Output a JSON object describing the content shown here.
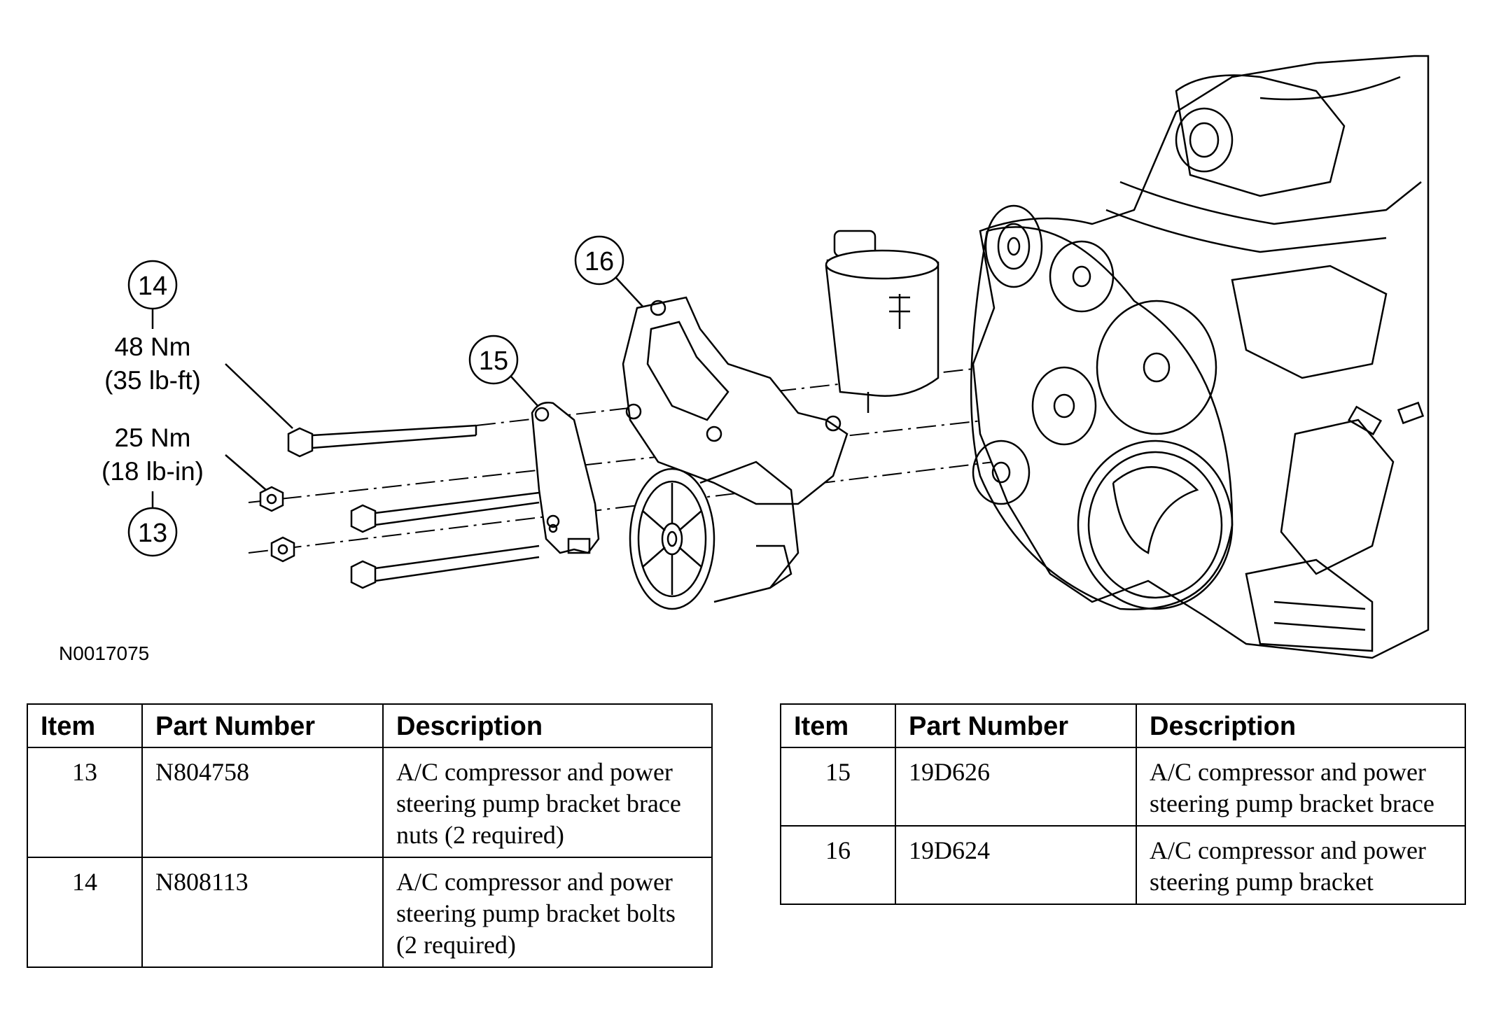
{
  "callouts": {
    "c13": "13",
    "c14": "14",
    "c15": "15",
    "c16": "16"
  },
  "torque": {
    "t14_nm": "48 Nm",
    "t14_lb": "(35 lb-ft)",
    "t13_nm": "25 Nm",
    "t13_lb": "(18 lb-in)"
  },
  "figure_id": "N0017075",
  "tables": {
    "headers": {
      "item": "Item",
      "part": "Part Number",
      "desc": "Description"
    },
    "left": [
      {
        "item": "13",
        "part": "N804758",
        "desc_lines": [
          "A/C compressor and power",
          "steering pump bracket brace",
          "nuts (2 required)"
        ]
      },
      {
        "item": "14",
        "part": "N808113",
        "desc_lines": [
          "A/C compressor and power",
          "steering pump bracket bolts",
          "(2 required)"
        ]
      }
    ],
    "right": [
      {
        "item": "15",
        "part": "19D626",
        "desc_lines": [
          "A/C compressor and power",
          "steering pump bracket brace"
        ]
      },
      {
        "item": "16",
        "part": "19D624",
        "desc_lines": [
          "A/C compressor and power",
          "steering pump bracket"
        ]
      }
    ]
  }
}
